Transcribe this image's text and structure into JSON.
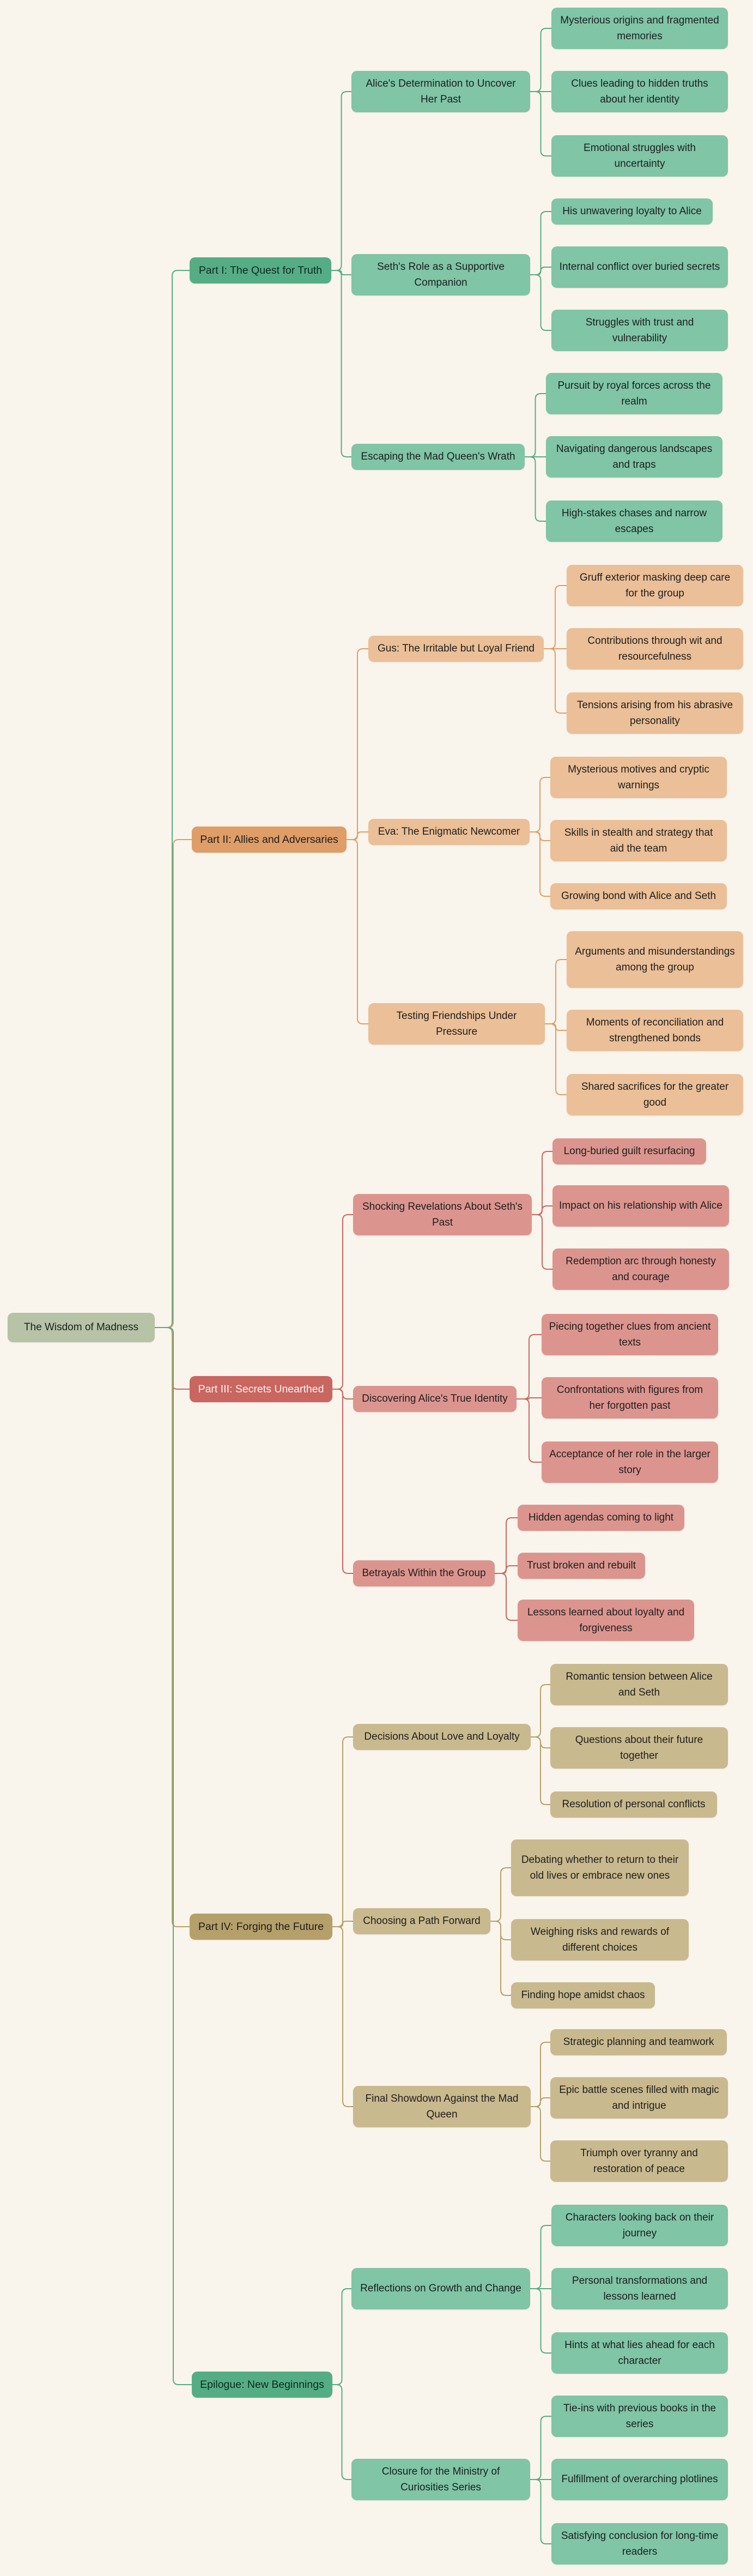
{
  "root": "The Wisdom of Madness",
  "colors": {
    "green": {
      "part": "#55ad85",
      "child": "#7fc5a6",
      "line": "#55ad85"
    },
    "orange": {
      "part": "#df9d67",
      "child": "#ebbf97",
      "line": "#df9d67"
    },
    "red": {
      "part": "#c96660",
      "child": "#dc958e",
      "line": "#c96660"
    },
    "tan": {
      "part": "#b6a06a",
      "child": "#c9b98e",
      "line": "#b6a06a"
    }
  },
  "parts": [
    {
      "label": "Part I: The Quest for Truth",
      "color": "green",
      "topics": [
        {
          "label": "Alice's Determination to Uncover Her Past",
          "items": [
            "Mysterious origins and fragmented memories",
            "Clues leading to hidden truths about her identity",
            "Emotional struggles with uncertainty"
          ]
        },
        {
          "label": "Seth's Role as a Supportive Companion",
          "items": [
            "His unwavering loyalty to Alice",
            "Internal conflict over buried secrets",
            "Struggles with trust and vulnerability"
          ]
        },
        {
          "label": "Escaping the Mad Queen's Wrath",
          "items": [
            "Pursuit by royal forces across the realm",
            "Navigating dangerous landscapes and traps",
            "High-stakes chases and narrow escapes"
          ]
        }
      ]
    },
    {
      "label": "Part II: Allies and Adversaries",
      "color": "orange",
      "topics": [
        {
          "label": "Gus: The Irritable but Loyal Friend",
          "items": [
            "Gruff exterior masking deep care for the group",
            "Contributions through wit and resourcefulness",
            "Tensions arising from his abrasive personality"
          ]
        },
        {
          "label": "Eva: The Enigmatic Newcomer",
          "items": [
            "Mysterious motives and cryptic warnings",
            "Skills in stealth and strategy that aid the team",
            "Growing bond with Alice and Seth"
          ]
        },
        {
          "label": "Testing Friendships Under Pressure",
          "items": [
            "Arguments and misunderstandings among the group",
            "Moments of reconciliation and strengthened bonds",
            "Shared sacrifices for the greater good"
          ]
        }
      ]
    },
    {
      "label": "Part III: Secrets Unearthed",
      "color": "red",
      "topics": [
        {
          "label": "Shocking Revelations About Seth's Past",
          "items": [
            "Long-buried guilt resurfacing",
            "Impact on his relationship with Alice",
            "Redemption arc through honesty and courage"
          ]
        },
        {
          "label": "Discovering Alice's True Identity",
          "items": [
            "Piecing together clues from ancient texts",
            "Confrontations with figures from her forgotten past",
            "Acceptance of her role in the larger story"
          ]
        },
        {
          "label": "Betrayals Within the Group",
          "items": [
            "Hidden agendas coming to light",
            "Trust broken and rebuilt",
            "Lessons learned about loyalty and forgiveness"
          ]
        }
      ]
    },
    {
      "label": "Part IV: Forging the Future",
      "color": "tan",
      "topics": [
        {
          "label": "Decisions About Love and Loyalty",
          "items": [
            "Romantic tension between Alice and Seth",
            "Questions about their future together",
            "Resolution of personal conflicts"
          ]
        },
        {
          "label": "Choosing a Path Forward",
          "items": [
            "Debating whether to return to their old lives or embrace new ones",
            "Weighing risks and rewards of different choices",
            "Finding hope amidst chaos"
          ]
        },
        {
          "label": "Final Showdown Against the Mad Queen",
          "items": [
            "Strategic planning and teamwork",
            "Epic battle scenes filled with magic and intrigue",
            "Triumph over tyranny and restoration of peace"
          ]
        }
      ]
    },
    {
      "label": "Epilogue: New Beginnings",
      "color": "green",
      "topics": [
        {
          "label": "Reflections on Growth and Change",
          "items": [
            "Characters looking back on their journey",
            "Personal transformations and lessons learned",
            "Hints at what lies ahead for each character"
          ]
        },
        {
          "label": "Closure for the Ministry of Curiosities Series",
          "items": [
            "Tie-ins with previous books in the series",
            "Fulfillment of overarching plotlines",
            "Satisfying conclusion for long-time readers"
          ]
        }
      ]
    }
  ]
}
